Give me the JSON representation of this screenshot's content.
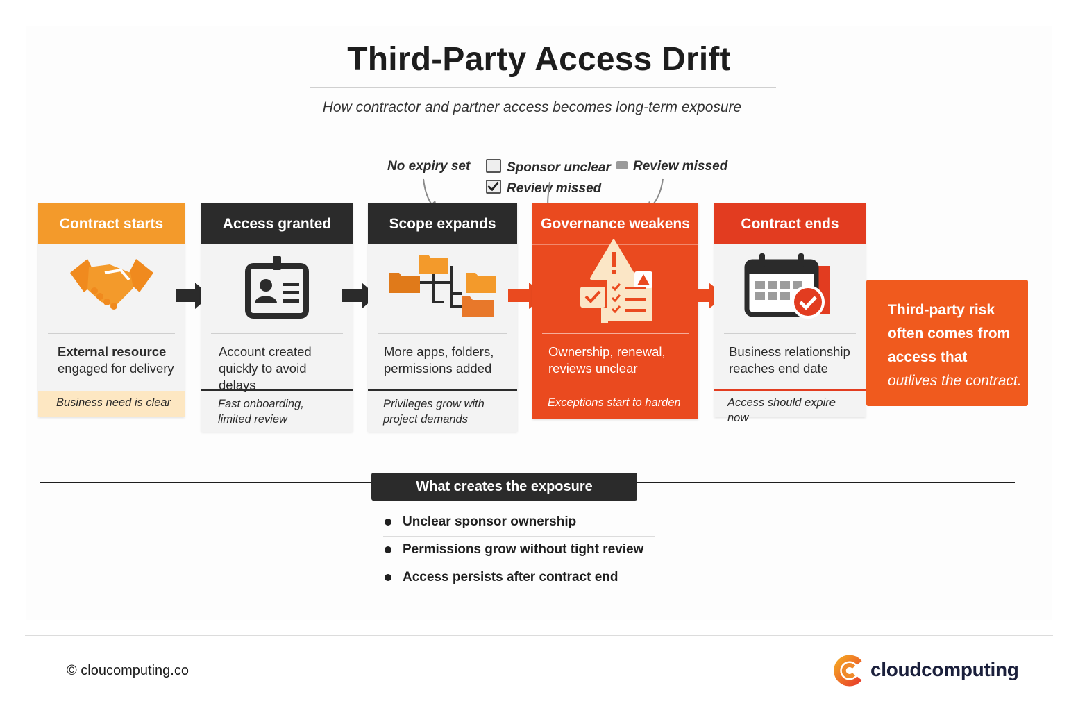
{
  "title": "Third-Party Access Drift",
  "subtitle": "How contractor and partner access becomes long-term exposure",
  "callouts": {
    "no_expiry": "No expiry set",
    "sponsor_unclear": "Sponsor unclear",
    "review_missed_1": "Review missed",
    "review_missed_2": "Review missed"
  },
  "stages": [
    {
      "header": "Contract starts",
      "desc_bold": "External resource",
      "desc": "engaged for delivery",
      "footer": "Business need is clear",
      "icon": "handshake-icon",
      "color": "#f39a2b"
    },
    {
      "header": "Access granted",
      "desc_line1": "Account created",
      "desc_line2": "quickly to avoid delays",
      "footer_line1": "Fast onboarding,",
      "footer_line2": "limited review",
      "icon": "id-badge-icon",
      "color": "#2b2b2b"
    },
    {
      "header": "Scope expands",
      "desc_line1": "More apps, folders,",
      "desc_line2": "permissions added",
      "footer_line1": "Privileges grow with",
      "footer_line2": "project demands",
      "icon": "folder-tree-icon",
      "color": "#2b2b2b"
    },
    {
      "header": "Governance weakens",
      "desc_line1": "Ownership, renewal,",
      "desc_line2": "reviews unclear",
      "footer": "Exceptions start to harden",
      "icon": "warning-checklist-icon",
      "color": "#ea4a1f"
    },
    {
      "header": "Contract ends",
      "desc_line1": "Business relationship",
      "desc_line2": "reaches end date",
      "footer": "Access should expire now",
      "icon": "calendar-check-icon",
      "color": "#e23c20"
    }
  ],
  "risk": {
    "line1": "Third-party risk",
    "line2": "often comes from",
    "line3": "access that",
    "line4": "outlives the contract."
  },
  "exposure": {
    "heading": "What creates the exposure",
    "items": [
      "Unclear sponsor ownership",
      "Permissions grow without tight review",
      "Access persists after contract end"
    ]
  },
  "footer": {
    "copyright": "© cloucomputing.co",
    "brand": "cloudcomputing"
  },
  "colors": {
    "orange": "#f39a2b",
    "dark": "#2b2b2b",
    "red": "#ea4a1f",
    "risk": "#f05a1e",
    "brand_navy": "#1a1f3b"
  }
}
